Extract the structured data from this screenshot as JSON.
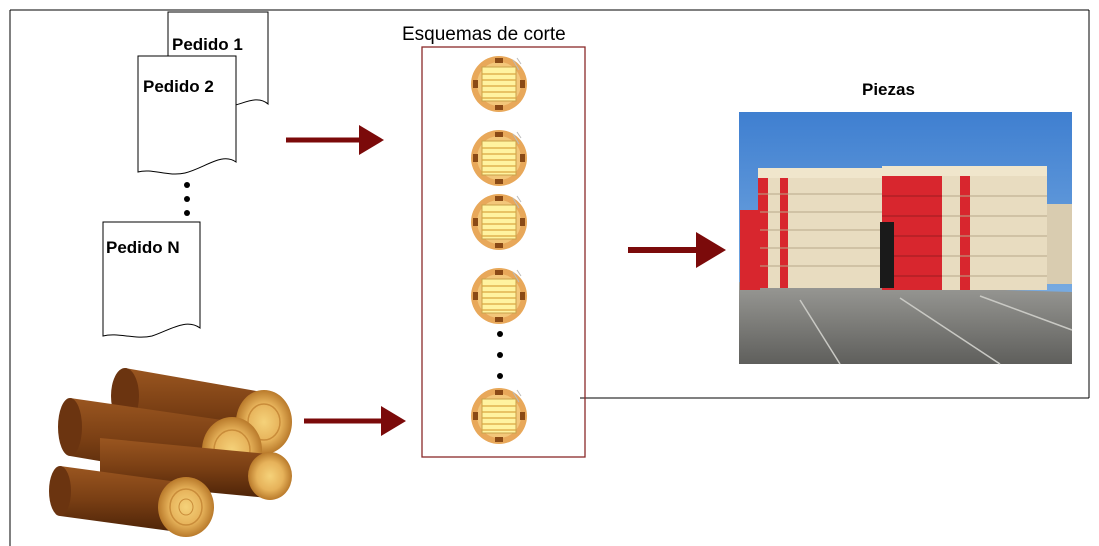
{
  "orders": {
    "first_label": "Pedido 1",
    "second_label": "Pedido 2",
    "last_label": "Pedido N"
  },
  "cutting_patterns": {
    "title": "Esquemas de corte"
  },
  "output": {
    "title": "Piezas"
  },
  "colors": {
    "arrow": "#7b0a0a",
    "frame": "#000000",
    "pattern_box": "#8a2a2a",
    "log_bark": "#7a3f14",
    "log_end": "#e6b25a",
    "board": "#fff3a0",
    "sky": "#4f8fd6",
    "lumber_red": "#d8262e"
  },
  "icons": [
    "document-icon",
    "logs-icon",
    "cutting-pattern-icon",
    "arrow-icon",
    "lumber-photo"
  ]
}
